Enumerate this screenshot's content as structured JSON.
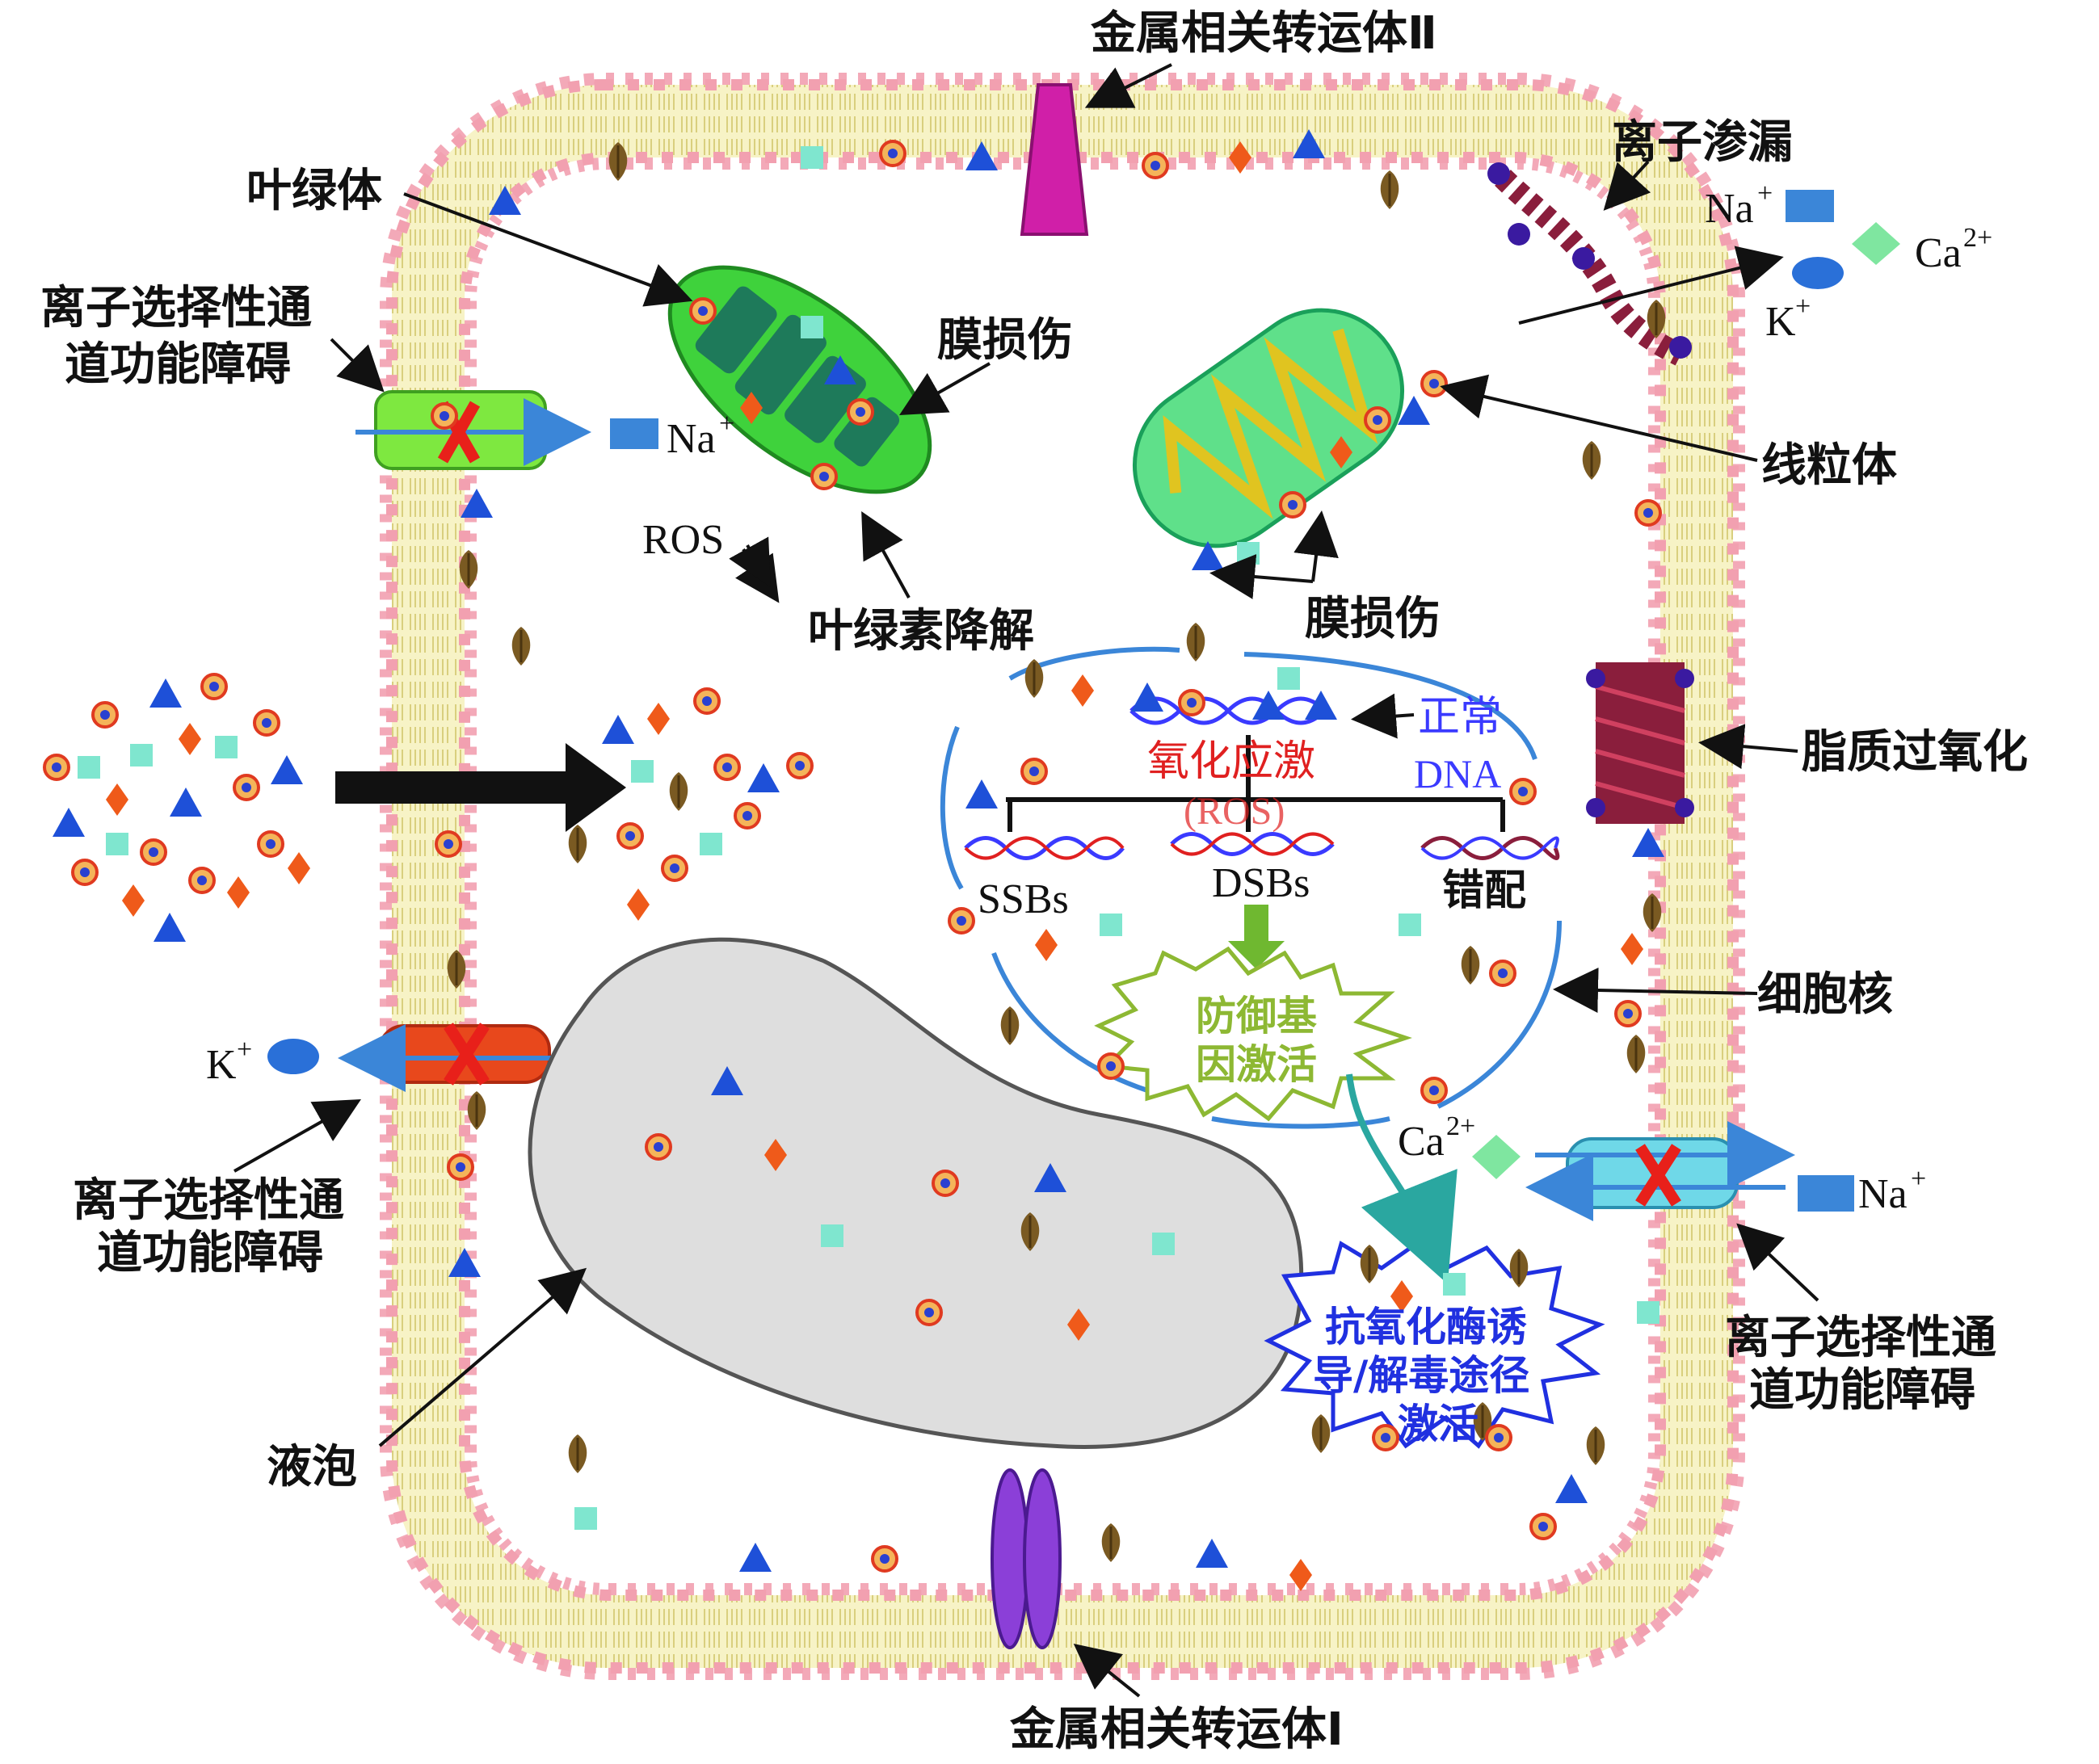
{
  "labels": {
    "transporter_top": "金属相关转运体Ⅱ",
    "transporter_bottom": "金属相关转运体Ⅰ",
    "chloroplast": "叶绿体",
    "channel_left_top": "离子选择性通道功能障碍",
    "channel_left_bottom": "离子选择性通道功能障碍",
    "channel_right": "离子选择性通道功能障碍",
    "membrane_damage_chloro": "膜损伤",
    "membrane_damage_mito": "膜损伤",
    "ion_leakage": "离子渗漏",
    "mitochondrion": "线粒体",
    "chlorophyll_degradation": "叶绿素降解",
    "lipid_peroxidation": "脂质过氧化",
    "nucleus": "细胞核",
    "vacuole": "液泡",
    "oxidative_stress": "氧化应激",
    "ros_paren": "(ROS)",
    "normal_dna_line1": "正常",
    "normal_dna_line2": "DNA",
    "ssbs": "SSBs",
    "dsbs": "DSBs",
    "mismatch": "错配",
    "defense_line1": "防御基",
    "defense_line2": "因激活",
    "antioxidant_line1": "抗氧化酶诱",
    "antioxidant_line2": "导/解毒途径",
    "antioxidant_line3": "激活",
    "ros": "ROS"
  },
  "ions": {
    "na": "Na",
    "na_sup": "+",
    "k": "K",
    "k_sup": "+",
    "ca": "Ca",
    "ca_sup": "2+"
  },
  "colors": {
    "membrane_head": "#f2a0b0",
    "membrane_tail": "#f3eeb2",
    "chloroplast": "#3fd23c",
    "mitochondrion": "#5fe08a",
    "vacuole": "#d9d9d9",
    "nucleus_line": "#3b86d8",
    "ros_red": "#e02020",
    "dna_blue": "#3a3aff",
    "defense_green": "#8db833",
    "antioxidant_blue": "#2030e0",
    "x_red": "#e8201a"
  }
}
